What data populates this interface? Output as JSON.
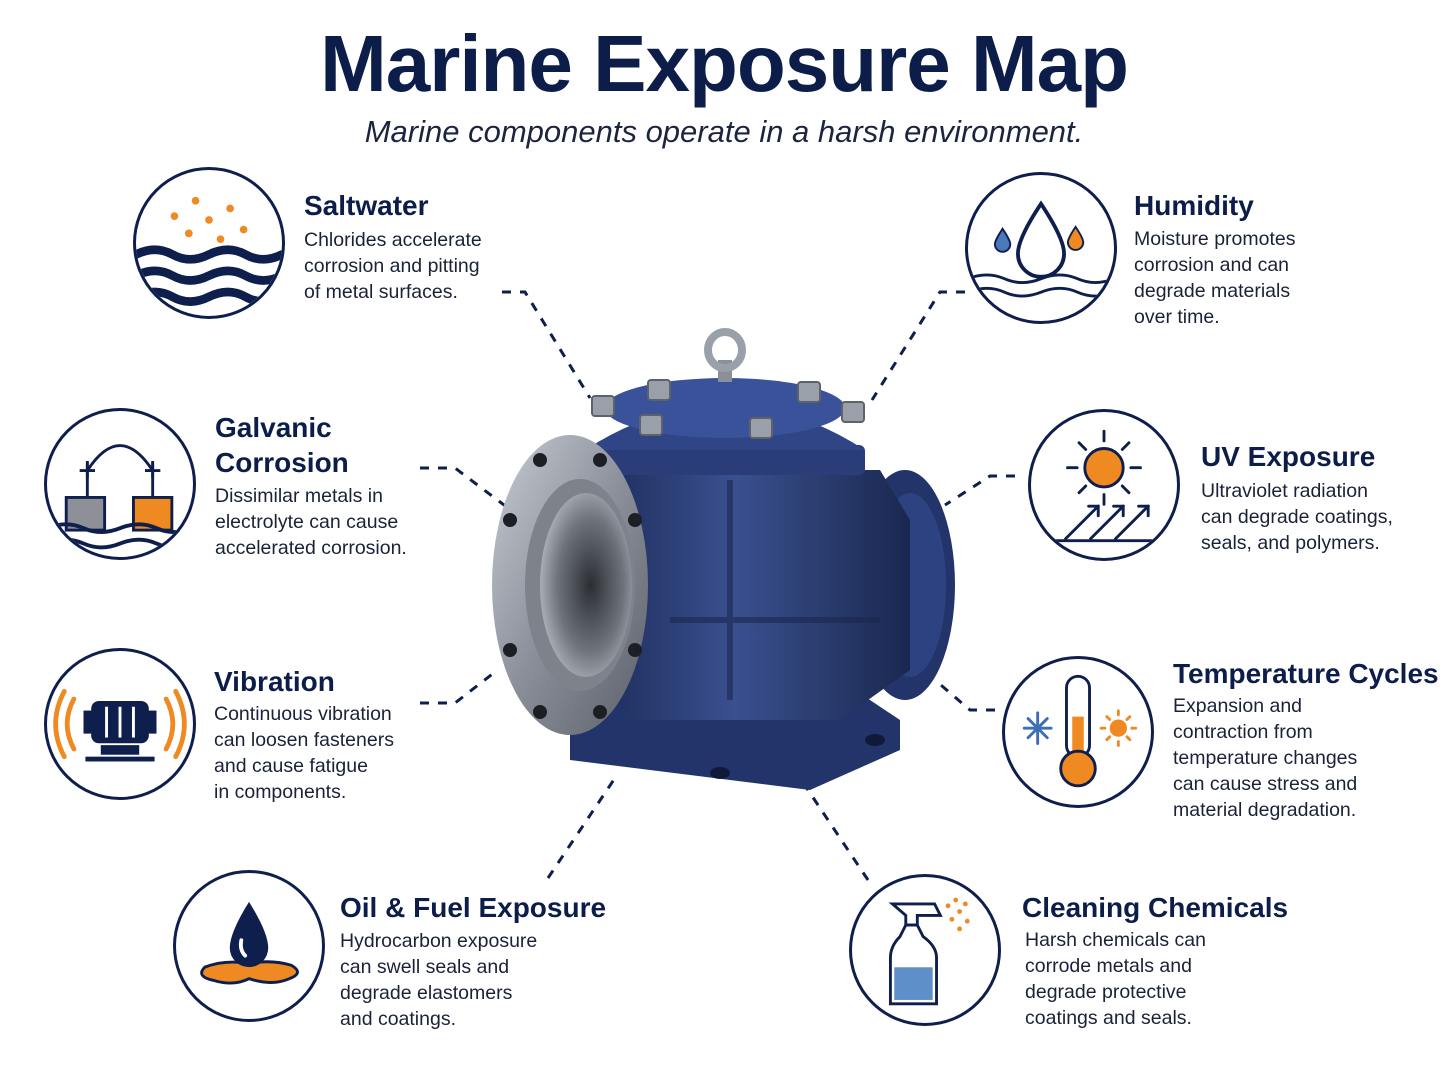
{
  "header": {
    "title": "Marine Exposure Map",
    "subtitle": "Marine components operate in a harsh environment."
  },
  "colors": {
    "navy": "#0e1f4d",
    "orange": "#ef8a22",
    "valve_blue": "#23366e",
    "steel": "#8a8f99"
  },
  "exposures": {
    "saltwater": {
      "title": "Saltwater",
      "description": "Chlorides accelerate\ncorrosion and pitting\nof metal surfaces.",
      "icon": "waves-salt-icon"
    },
    "galvanic": {
      "title": "Galvanic\nCorrosion",
      "description": "Dissimilar metals in\nelectrolyte can cause\naccelerated corrosion.",
      "icon": "galvanic-cell-icon"
    },
    "vibration": {
      "title": "Vibration",
      "description": "Continuous vibration\ncan loosen fasteners\nand cause fatigue\nin components.",
      "icon": "vibrating-motor-icon"
    },
    "oil_fuel": {
      "title": "Oil & Fuel Exposure",
      "description": "Hydrocarbon exposure\ncan swell seals and\ndegrade elastomers\nand coatings.",
      "icon": "oil-drop-icon"
    },
    "humidity": {
      "title": "Humidity",
      "description": "Moisture promotes\ncorrosion and can\ndegrade materials\nover time.",
      "icon": "water-drop-icon"
    },
    "uv": {
      "title": "UV Exposure",
      "description": "Ultraviolet radiation\ncan degrade coatings,\nseals, and polymers.",
      "icon": "sun-rays-icon"
    },
    "temperature": {
      "title": "Temperature Cycles",
      "description": "Expansion and\ncontraction from\ntemperature changes\ncan cause stress and\nmaterial degradation.",
      "icon": "thermometer-icon"
    },
    "cleaning": {
      "title": "Cleaning Chemicals",
      "description": "Harsh chemicals can\ncorrode metals and\ndegrade protective\ncoatings and seals.",
      "icon": "spray-bottle-icon"
    }
  }
}
